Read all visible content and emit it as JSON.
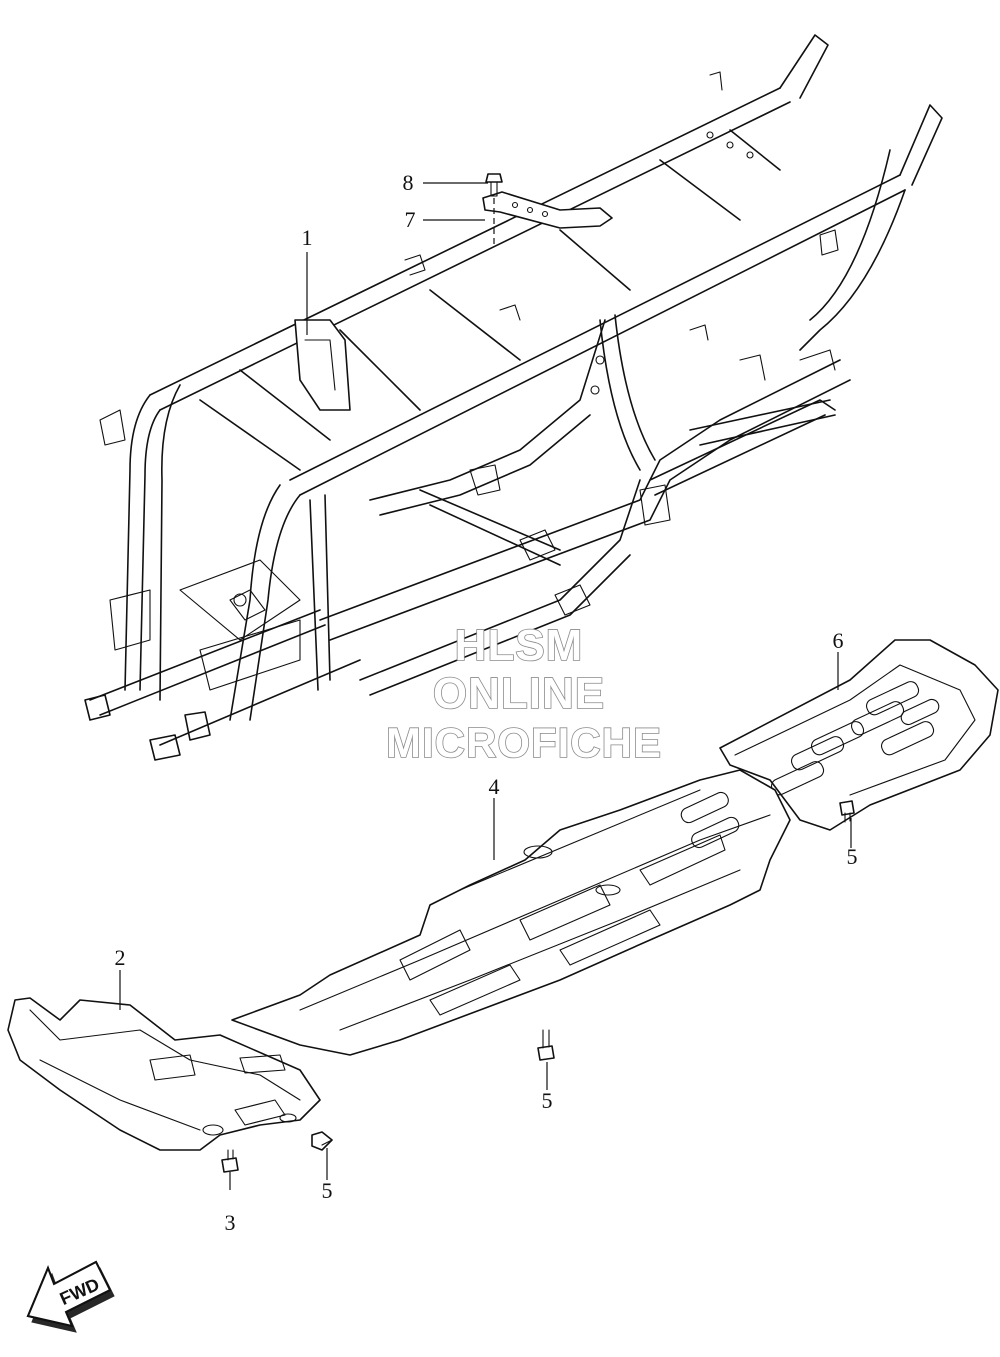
{
  "callouts": [
    {
      "id": "1",
      "label": "1"
    },
    {
      "id": "2",
      "label": "2"
    },
    {
      "id": "3",
      "label": "3"
    },
    {
      "id": "4",
      "label": "4"
    },
    {
      "id": "5a",
      "label": "5"
    },
    {
      "id": "5b",
      "label": "5"
    },
    {
      "id": "5c",
      "label": "5"
    },
    {
      "id": "6",
      "label": "6"
    },
    {
      "id": "7",
      "label": "7"
    },
    {
      "id": "8",
      "label": "8"
    }
  ],
  "watermark": {
    "line1": "HLSM",
    "line2": "ONLINE",
    "line3": "MICROFICHE",
    "color": "#8a8a8a"
  },
  "direction_arrow": {
    "label": "FWD",
    "icon": "forward-arrow-icon"
  }
}
